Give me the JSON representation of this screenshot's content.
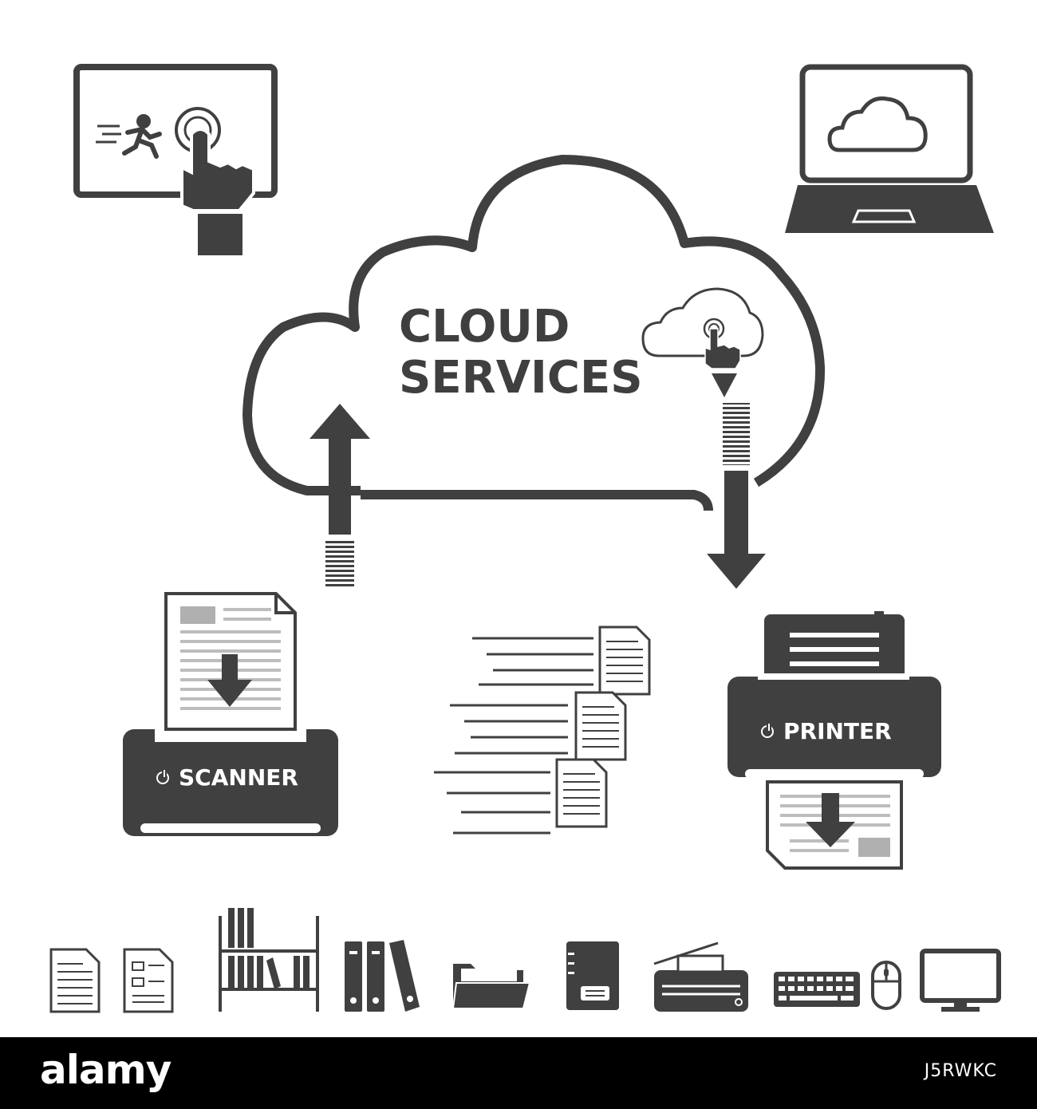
{
  "cloud": {
    "line1": "CLOUD",
    "line2": "SERVICES"
  },
  "scanner": {
    "label": "SCANNER"
  },
  "printer": {
    "label": "PRINTER"
  },
  "icons": {
    "top_left": "touchscreen-tablet-icon",
    "top_right": "laptop-cloud-icon",
    "cloud_badge": "cloud-touch-icon",
    "center_docs": "flying-documents-icon",
    "bottom_row": [
      "document-icon",
      "form-document-icon",
      "bookshelf-icon",
      "binders-icon",
      "folder-icon",
      "notebook-icon",
      "fax-machine-icon",
      "keyboard-icon",
      "mouse-icon",
      "monitor-icon"
    ]
  },
  "footer": {
    "brand": "alamy",
    "stock_id": "J5RWKC"
  },
  "colors": {
    "icon": "#404040",
    "background": "#ffffff",
    "footer": "#000000"
  }
}
